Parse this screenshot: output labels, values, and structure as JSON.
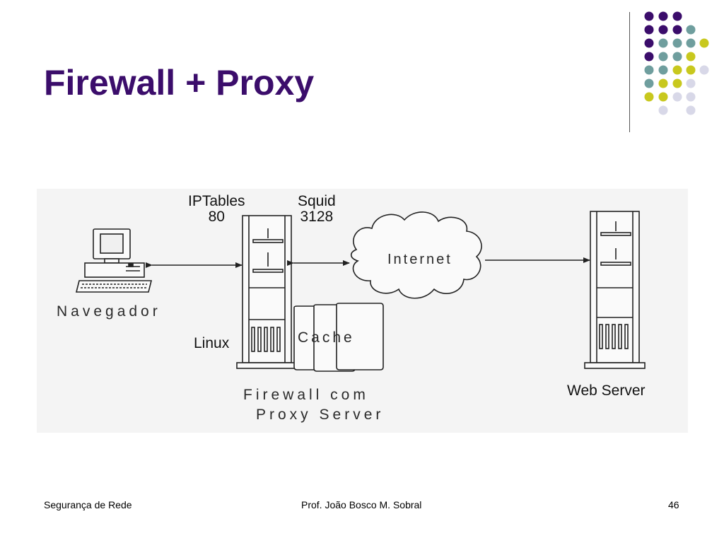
{
  "slide": {
    "title": "Firewall + Proxy",
    "accent_color": "#3b0d6b",
    "decoration_colors": [
      "#3b0d6b",
      "#6f9e9e",
      "#c8c81e",
      "#d8d8e8"
    ]
  },
  "diagram": {
    "labels": {
      "iptables": "IPTables",
      "iptables_port": "80",
      "squid": "Squid",
      "squid_port": "3128",
      "internet": "Internet",
      "navegador": "Navegador",
      "linux": "Linux",
      "cache": "Cache",
      "firewall_line1": "Firewall com",
      "firewall_line2": "Proxy Server",
      "web_server": "Web Server"
    }
  },
  "footer": {
    "left": "Segurança de Rede",
    "center": "Prof. João Bosco M. Sobral",
    "page_number": "46"
  }
}
